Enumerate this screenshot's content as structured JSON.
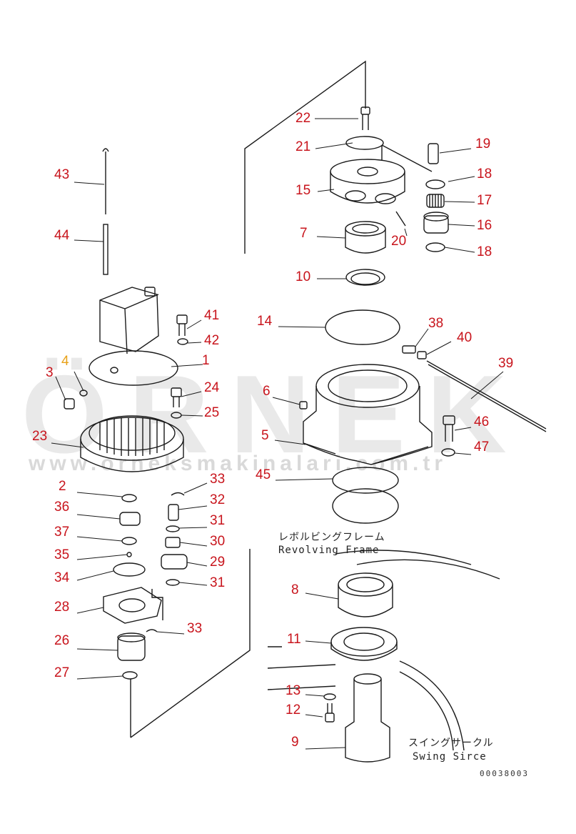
{
  "watermark": {
    "brand": "ÖRNEK",
    "url": "www.orneksmakinalari.com.tr"
  },
  "notes": {
    "revolving_jp": "レボルビングフレーム",
    "revolving_en": "Revolving Frame",
    "swing_jp": "スイングサークル",
    "swing_en": "Swing Sirce"
  },
  "drawing_code": "00038003",
  "callouts": [
    "22",
    "21",
    "19",
    "18",
    "15",
    "17",
    "7",
    "16",
    "20",
    "18",
    "10",
    "14",
    "43",
    "44",
    "38",
    "40",
    "41",
    "39",
    "42",
    "1",
    "4",
    "3",
    "24",
    "6",
    "25",
    "46",
    "5",
    "23",
    "47",
    "45",
    "33",
    "2",
    "32",
    "36",
    "31",
    "37",
    "30",
    "35",
    "29",
    "34",
    "31",
    "28",
    "33",
    "8",
    "11",
    "26",
    "27",
    "13",
    "12",
    "9"
  ],
  "colors": {
    "callout": "#c8141c",
    "highlight": "#e8a21a",
    "line": "#1a1a1a",
    "watermark": "#787878"
  }
}
